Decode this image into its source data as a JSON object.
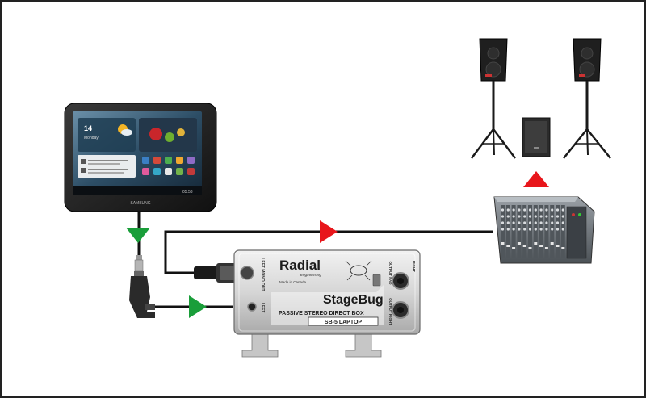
{
  "tablet": {
    "brand": "SAMSUNG",
    "clock_day": "14",
    "clock_weekday": "Monday",
    "status_time": "05:53"
  },
  "direct_box": {
    "logo_text": "Radial",
    "logo_subtext": "engineering",
    "made_in": "Made in Canada",
    "product_name": "StageBug",
    "product_line": "PASSIVE STEREO DIRECT BOX",
    "model": "SB-5 LAPTOP",
    "left_mono_out_label": "LEFT MONO OUT",
    "left_label": "LEFT",
    "output_pad_label": "OUTPUT PAD",
    "output_right_label": "OUTPUT RIGHT",
    "right_label": "RIGHT"
  },
  "colors": {
    "cable": "#111111",
    "arrow_green": "#1a9e3a",
    "arrow_red": "#e8161b",
    "frame": "#222222"
  }
}
